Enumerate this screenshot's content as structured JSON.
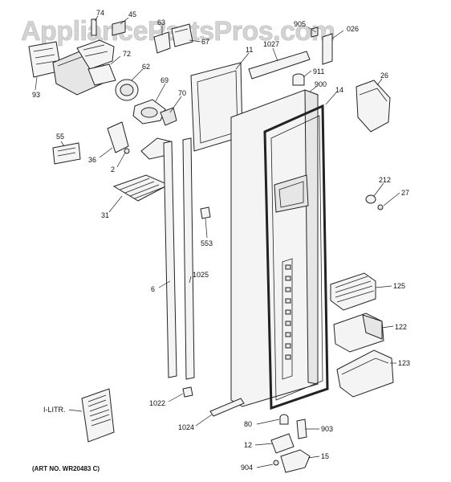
{
  "watermark": "AppliancePartsPros.com",
  "art_number": "(ART NO. WR20483 C)",
  "callouts": [
    {
      "id": "c74",
      "text": "74"
    },
    {
      "id": "c45",
      "text": "45"
    },
    {
      "id": "c63",
      "text": "63"
    },
    {
      "id": "c67",
      "text": "67"
    },
    {
      "id": "c72",
      "text": "72"
    },
    {
      "id": "c62",
      "text": "62"
    },
    {
      "id": "c93",
      "text": "93"
    },
    {
      "id": "c69",
      "text": "69"
    },
    {
      "id": "c70",
      "text": "70"
    },
    {
      "id": "c55",
      "text": "55"
    },
    {
      "id": "c36",
      "text": "36"
    },
    {
      "id": "c2",
      "text": "2"
    },
    {
      "id": "c31",
      "text": "31"
    },
    {
      "id": "c11",
      "text": "11"
    },
    {
      "id": "c1027",
      "text": "1027"
    },
    {
      "id": "c905",
      "text": "905"
    },
    {
      "id": "c026",
      "text": "026"
    },
    {
      "id": "c911",
      "text": "911"
    },
    {
      "id": "c900",
      "text": "900"
    },
    {
      "id": "c14",
      "text": "14"
    },
    {
      "id": "c26",
      "text": "26"
    },
    {
      "id": "c212",
      "text": "212"
    },
    {
      "id": "c27",
      "text": "27"
    },
    {
      "id": "c553",
      "text": "553"
    },
    {
      "id": "c6",
      "text": "6"
    },
    {
      "id": "c1025",
      "text": "1025"
    },
    {
      "id": "c125",
      "text": "125"
    },
    {
      "id": "c122",
      "text": "122"
    },
    {
      "id": "c123",
      "text": "123"
    },
    {
      "id": "c1022",
      "text": "1022"
    },
    {
      "id": "c1024",
      "text": "1024"
    },
    {
      "id": "c80",
      "text": "80"
    },
    {
      "id": "c903",
      "text": "903"
    },
    {
      "id": "c12",
      "text": "12"
    },
    {
      "id": "c15",
      "text": "15"
    },
    {
      "id": "c904",
      "text": "904"
    },
    {
      "id": "cLITR",
      "text": "I-LITR."
    }
  ]
}
